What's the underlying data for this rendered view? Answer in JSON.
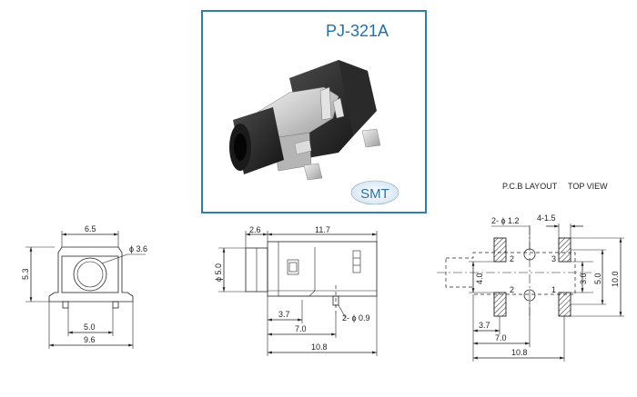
{
  "photo": {
    "model": "PJ-321A",
    "badge": "SMT",
    "frame_color": "#2f7fa6",
    "model_color": "#1f6fb0"
  },
  "pcb_layout": {
    "title": "P.C.B LAYOUT",
    "view": "TOP VIEW"
  },
  "front_view": {
    "width_top": "6.5",
    "height": "5.3",
    "hole": "ϕ 3.6",
    "inner": "5.0",
    "width_total": "9.6"
  },
  "side_view": {
    "front_len": "2.6",
    "body_len": "11.7",
    "diameter": "ϕ 5.0",
    "pin_pos1": "3.7",
    "pin_pos2": "7.0",
    "pin_dia": "2- ϕ 0.9",
    "total_len": "10.8"
  },
  "layout_view": {
    "hole_dia": "2- ϕ 1.2",
    "pad_size": "4-1.5",
    "left_dim": "4.0",
    "right_dim1": "3.0",
    "right_dim2": "5.0",
    "right_dim3": "10.0",
    "bottom1": "3.7",
    "bottom2": "7.0",
    "bottom3": "10.8",
    "pin1": "1",
    "pin2a": "2",
    "pin2b": "2",
    "pin3": "3"
  }
}
